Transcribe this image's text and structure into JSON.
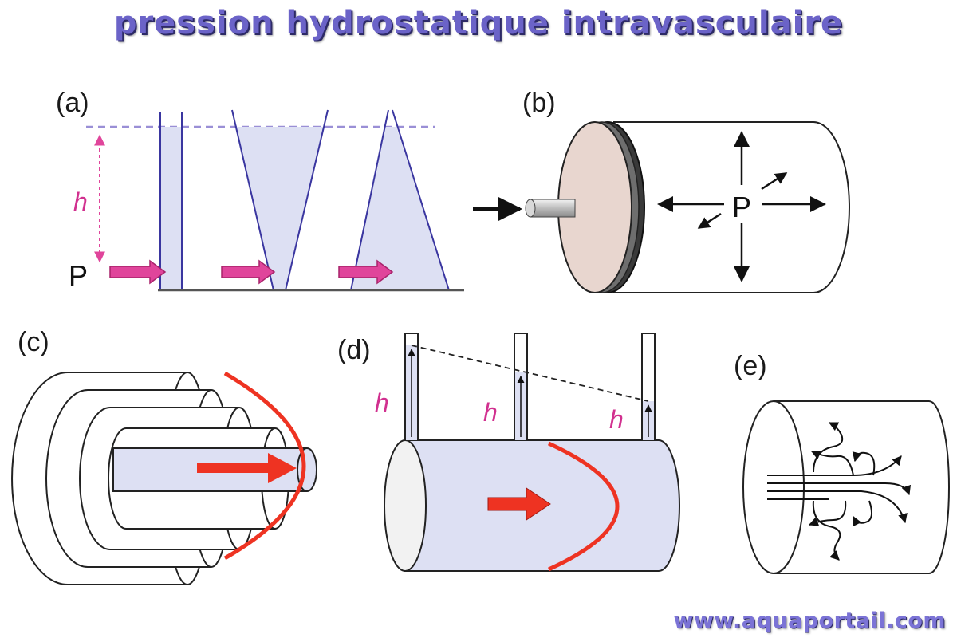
{
  "title": "pression hydrostatique intravasculaire",
  "website": "www.aquaportail.com",
  "colors": {
    "title": "#6b63c8",
    "fluid": "#dde0f3",
    "vessel_line": "#3a36a0",
    "pink_arrow": "#e0459b",
    "red_arrow": "#ee3322",
    "piston": "#e8d6cf"
  },
  "panels": {
    "a": {
      "label": "(a)",
      "height_symbol": "h",
      "pressure_symbol": "P"
    },
    "b": {
      "label": "(b)",
      "pressure_symbol": "P"
    },
    "c": {
      "label": "(c)"
    },
    "d": {
      "label": "(d)",
      "height_symbols": [
        "h",
        "h",
        "h"
      ]
    },
    "e": {
      "label": "(e)"
    }
  }
}
